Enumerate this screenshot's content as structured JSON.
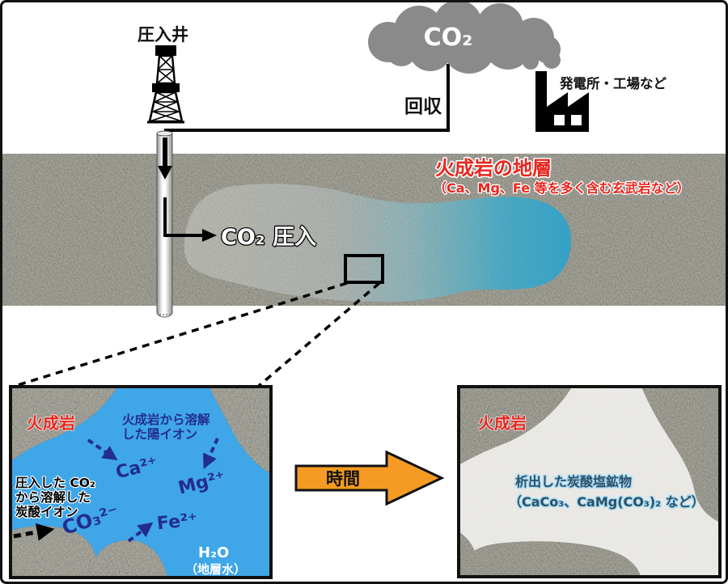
{
  "colors": {
    "red_label": "#e8251d",
    "water_blue": "#3fa6e8",
    "ion_navy": "#232d8f",
    "time_arrow_orange": "#f59b23",
    "cloud_gray": "#8a8a8a",
    "mineral_white": "#f0efec",
    "caption_fill": "#2b5069",
    "caption_outline": "#aadcf2"
  },
  "surface": {
    "well_label": "圧入井",
    "capture_label": "回収",
    "cloud_label": "CO₂",
    "factory_label": "発電所・工場など"
  },
  "formation": {
    "title": "火成岩の地層",
    "subtitle": "（Ca、Mg、Fe 等を多く含む玄武岩など）",
    "injection_label": "CO₂ 圧入"
  },
  "transition": {
    "time_label": "時間"
  },
  "inset_before": {
    "rock_label": "火成岩",
    "cation_note": [
      "火成岩から溶解",
      "した陽イオン"
    ],
    "carbonate_note": [
      "圧入した CO₂",
      "から溶解した",
      "炭酸イオン"
    ],
    "ions": {
      "ca": "Ca²⁺",
      "mg": "Mg²⁺",
      "fe": "Fe²⁺",
      "carbonate": "CO₃²⁻"
    },
    "water_note": [
      "H₂O",
      "（地層水）"
    ]
  },
  "inset_after": {
    "rock_label": "火成岩",
    "mineral_note": [
      "析出した炭酸塩鉱物",
      "（CaCo₃、CaMg(CO₃)₂ など）"
    ]
  }
}
